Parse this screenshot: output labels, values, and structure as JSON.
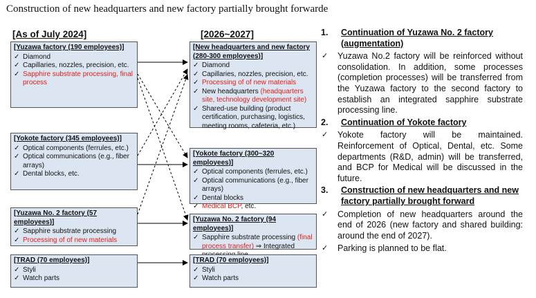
{
  "title": "Construction of new headquarters and new factory partially brought forwarde",
  "left_header": "[As of July 2024]",
  "mid_header": "[2026~2027]",
  "left_boxes": [
    {
      "title": "[Yuzawa factory (190 employees)]",
      "items": [
        {
          "text": "Diamond"
        },
        {
          "text": "Capillaries, nozzles, precision, etc."
        },
        {
          "red": "Sapphire substrate processing, final process"
        }
      ]
    },
    {
      "title": "[Yokote factory (345 employees)]",
      "items": [
        {
          "text": "Optical components (ferrules, etc.)"
        },
        {
          "text": "Optical communications (e.g., fiber arrays)"
        },
        {
          "text": "Dental blocks, etc."
        }
      ]
    },
    {
      "title": "[Yuzawa No. 2 factory (57 employees)]",
      "items": [
        {
          "text": "Sapphire substrate processing"
        },
        {
          "red": "Processing of of new materials"
        }
      ]
    },
    {
      "title": "[TRAD (70 employees)]",
      "items": [
        {
          "text": "Styli"
        },
        {
          "text": "Watch parts"
        }
      ]
    }
  ],
  "mid_boxes": [
    {
      "title": "[New headquarters and new factory (280-300 employees)]",
      "items": [
        {
          "text": "Diamond"
        },
        {
          "text": "Capillaries, nozzles, precision, etc."
        },
        {
          "red": "Processing of of new materials"
        },
        {
          "text": "New headquarters ",
          "red": "(headquarters site, technology development site)"
        },
        {
          "text": "Shared-use building (product certification, purchasing, logistics, meeting rooms, cafeteria, etc.)"
        }
      ]
    },
    {
      "title": "[Yokote factory (300~320 employees)]",
      "items": [
        {
          "text": "Optical components (ferrules, etc.)"
        },
        {
          "text": "Optical communications (e.g., fiber arrays)"
        },
        {
          "text": "Dental blocks"
        },
        {
          "red": "Medical BCP",
          "after": ", etc."
        }
      ]
    },
    {
      "title": "[Yuzawa No. 2 factory (94 employees)]",
      "items": [
        {
          "text": "Sapphire substrate processing ",
          "red": "(final process transfer)",
          "after": " ⇒ Integrated processing line"
        }
      ]
    },
    {
      "title": "[TRAD (70 employees)]",
      "items": [
        {
          "text": "Styli"
        },
        {
          "text": "Watch parts"
        }
      ]
    }
  ],
  "sections": [
    {
      "num": "1.",
      "heading": "Continuation of Yuzawa No. 2 factory (augmentation)",
      "bullets": [
        "Yuzawa No.2 factory will be reinforced without consolidation. In addition, some processes (completion processes) will be transferred from the Yuzawa factory to the second factory to establish an integrated sapphire substrate processing line."
      ]
    },
    {
      "num": "2.",
      "heading": "Continuation of Yokote factory",
      "bullets": [
        "Yokote factory will be maintained. Reinforcement of Optical, Dental, etc. Some departments (R&D, admin) will be transferred, and BCP for Medical will be discussed in the future."
      ]
    },
    {
      "num": "3.",
      "heading": "Construction of new headquarters and new factory partially brought forward",
      "bullets": [
        "Completion of new headquarters around the end of 2026 (new factory and shared building: around the end of 2027).",
        "Parking is planned to be flat."
      ]
    }
  ]
}
